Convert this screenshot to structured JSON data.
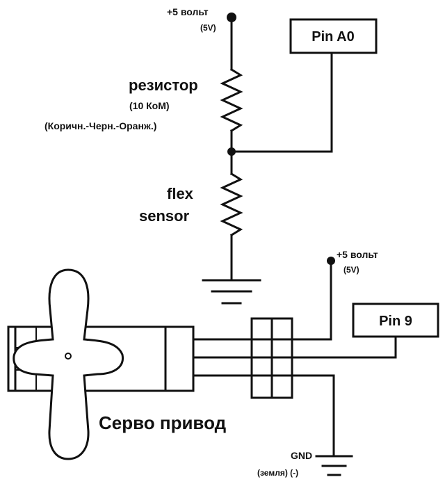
{
  "top_supply": {
    "label": "+5 вольт",
    "sub": "(5V)"
  },
  "pin_a0": {
    "label": "Pin A0"
  },
  "resistor": {
    "label": "резистор",
    "value": "(10 КоМ)",
    "colors": "(Коричн.-Черн.-Оранж.)"
  },
  "flex_sensor": {
    "line1": "flex",
    "line2": "sensor"
  },
  "servo_supply": {
    "label": "+5 вольт",
    "sub": "(5V)"
  },
  "pin_9": {
    "label": "Pin 9"
  },
  "servo": {
    "label": "Серво привод"
  },
  "gnd": {
    "label": "GND",
    "sub": "(земля) (-)"
  },
  "colors": {
    "ink": "#111111",
    "background": "#ffffff"
  }
}
